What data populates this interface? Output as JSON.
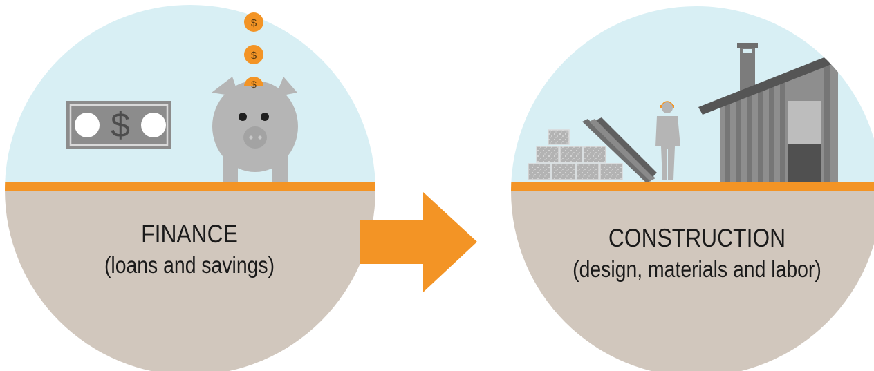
{
  "colors": {
    "sky": "#d8eff4",
    "ground": "#d1c7bd",
    "accent_orange": "#f39425",
    "gray_light": "#b5b5b5",
    "gray_mid": "#8a8a8a",
    "gray_dark": "#6e6e6e",
    "text": "#1a1a1a"
  },
  "finance": {
    "title": "FINANCE",
    "subtitle": "(loans and savings)",
    "icons": [
      "banknote-icon",
      "piggy-bank-icon",
      "coin-icon"
    ],
    "banknote_symbol": "$",
    "coin_symbol": "$"
  },
  "construction": {
    "title": "CONSTRUCTION",
    "subtitle": "(design, materials and labor)",
    "icons": [
      "bricks-icon",
      "planks-icon",
      "worker-icon",
      "house-icon"
    ]
  },
  "flow_arrow": "arrow-right-icon"
}
